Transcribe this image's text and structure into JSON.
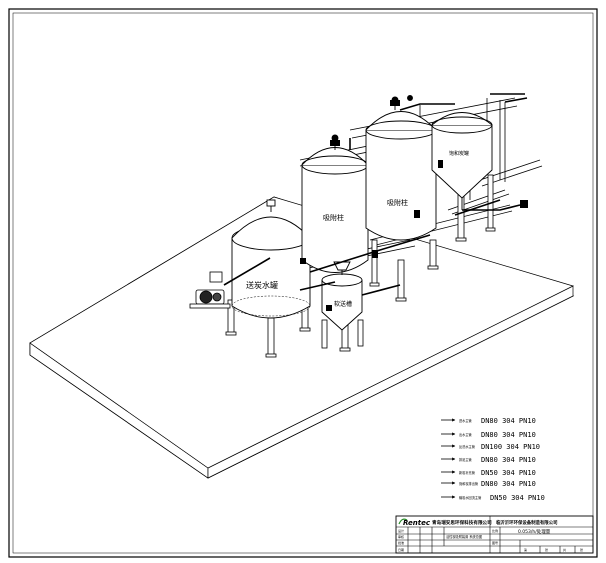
{
  "equipment": {
    "tank_left": "送炭水罐",
    "column_1": "吸附柱",
    "column_2": "吸附柱",
    "saturated_tank": "饱和炭罐",
    "small_tank": "软送槽"
  },
  "legend": [
    {
      "name": "进水主管",
      "spec": "DN80 304 PN10"
    },
    {
      "name": "出水主管",
      "spec": "DN80 304 PN10"
    },
    {
      "name": "反洗水主管",
      "spec": "DN100 304 PN10"
    },
    {
      "name": "排泥主管",
      "spec": "DN80 304 PN10"
    },
    {
      "name": "新炭补充管",
      "spec": "DN50 304 PN10"
    },
    {
      "name": "饱和炭排出管",
      "spec": "DN80 304 PN10"
    },
    {
      "name": "输炭水回流主管",
      "spec": "DN50 304 PN10"
    }
  ],
  "title_block": {
    "logo": "Rentec",
    "company": "青岛瑞安思环保科技有限公司",
    "project": "临沂沂环环保设备制造有限公司",
    "drawing_name": "活性炭吸附装置 系统总图",
    "scale_value": "0.053/h/处理量",
    "header_cells": [
      "设计",
      "审核",
      "批准",
      "日期"
    ],
    "footer_cells": [
      "比例",
      "图号",
      "第",
      "张",
      "共",
      "张"
    ]
  }
}
